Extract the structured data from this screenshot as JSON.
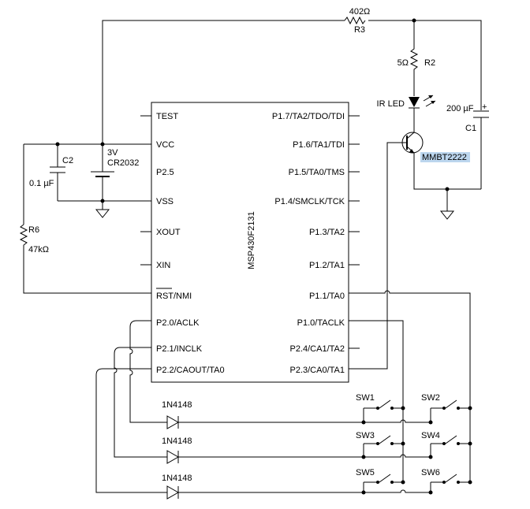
{
  "chip": {
    "name": "MSP430F2131",
    "pins_left": [
      "TEST",
      "VCC",
      "P2.5",
      "VSS",
      "XOUT",
      "XIN",
      "RST/NMI",
      "P2.0/ACLK",
      "P2.1/INCLK",
      "P2.2/CAOUT/TA0"
    ],
    "pins_right": [
      "P1.7/TA2/TDO/TDI",
      "P1.6/TA1/TDI",
      "P1.5/TA0/TMS",
      "P1.4/SMCLK/TCK",
      "P1.3/TA2",
      "P1.2/TA1",
      "P1.1/TA0",
      "P1.0/TACLK",
      "P2.4/CA1/TA2",
      "P2.3/CA0/TA1"
    ]
  },
  "components": {
    "r3": {
      "value": "402Ω",
      "ref": "R3"
    },
    "r2": {
      "value": "5Ω",
      "ref": "R2"
    },
    "led": {
      "label": "IR LED"
    },
    "c1": {
      "value": "200 µF",
      "ref": "C1",
      "polarity": "+"
    },
    "transistor": {
      "part": "MMBT2222"
    },
    "c2": {
      "ref": "C2",
      "value": "0.1 µF"
    },
    "battery": {
      "voltage": "3V",
      "part": "CR2032"
    },
    "r6": {
      "ref": "R6",
      "value": "47kΩ"
    },
    "diodes": [
      {
        "part": "1N4148"
      },
      {
        "part": "1N4148"
      },
      {
        "part": "1N4148"
      }
    ],
    "switches": [
      "SW1",
      "SW2",
      "SW3",
      "SW4",
      "SW5",
      "SW6"
    ]
  }
}
